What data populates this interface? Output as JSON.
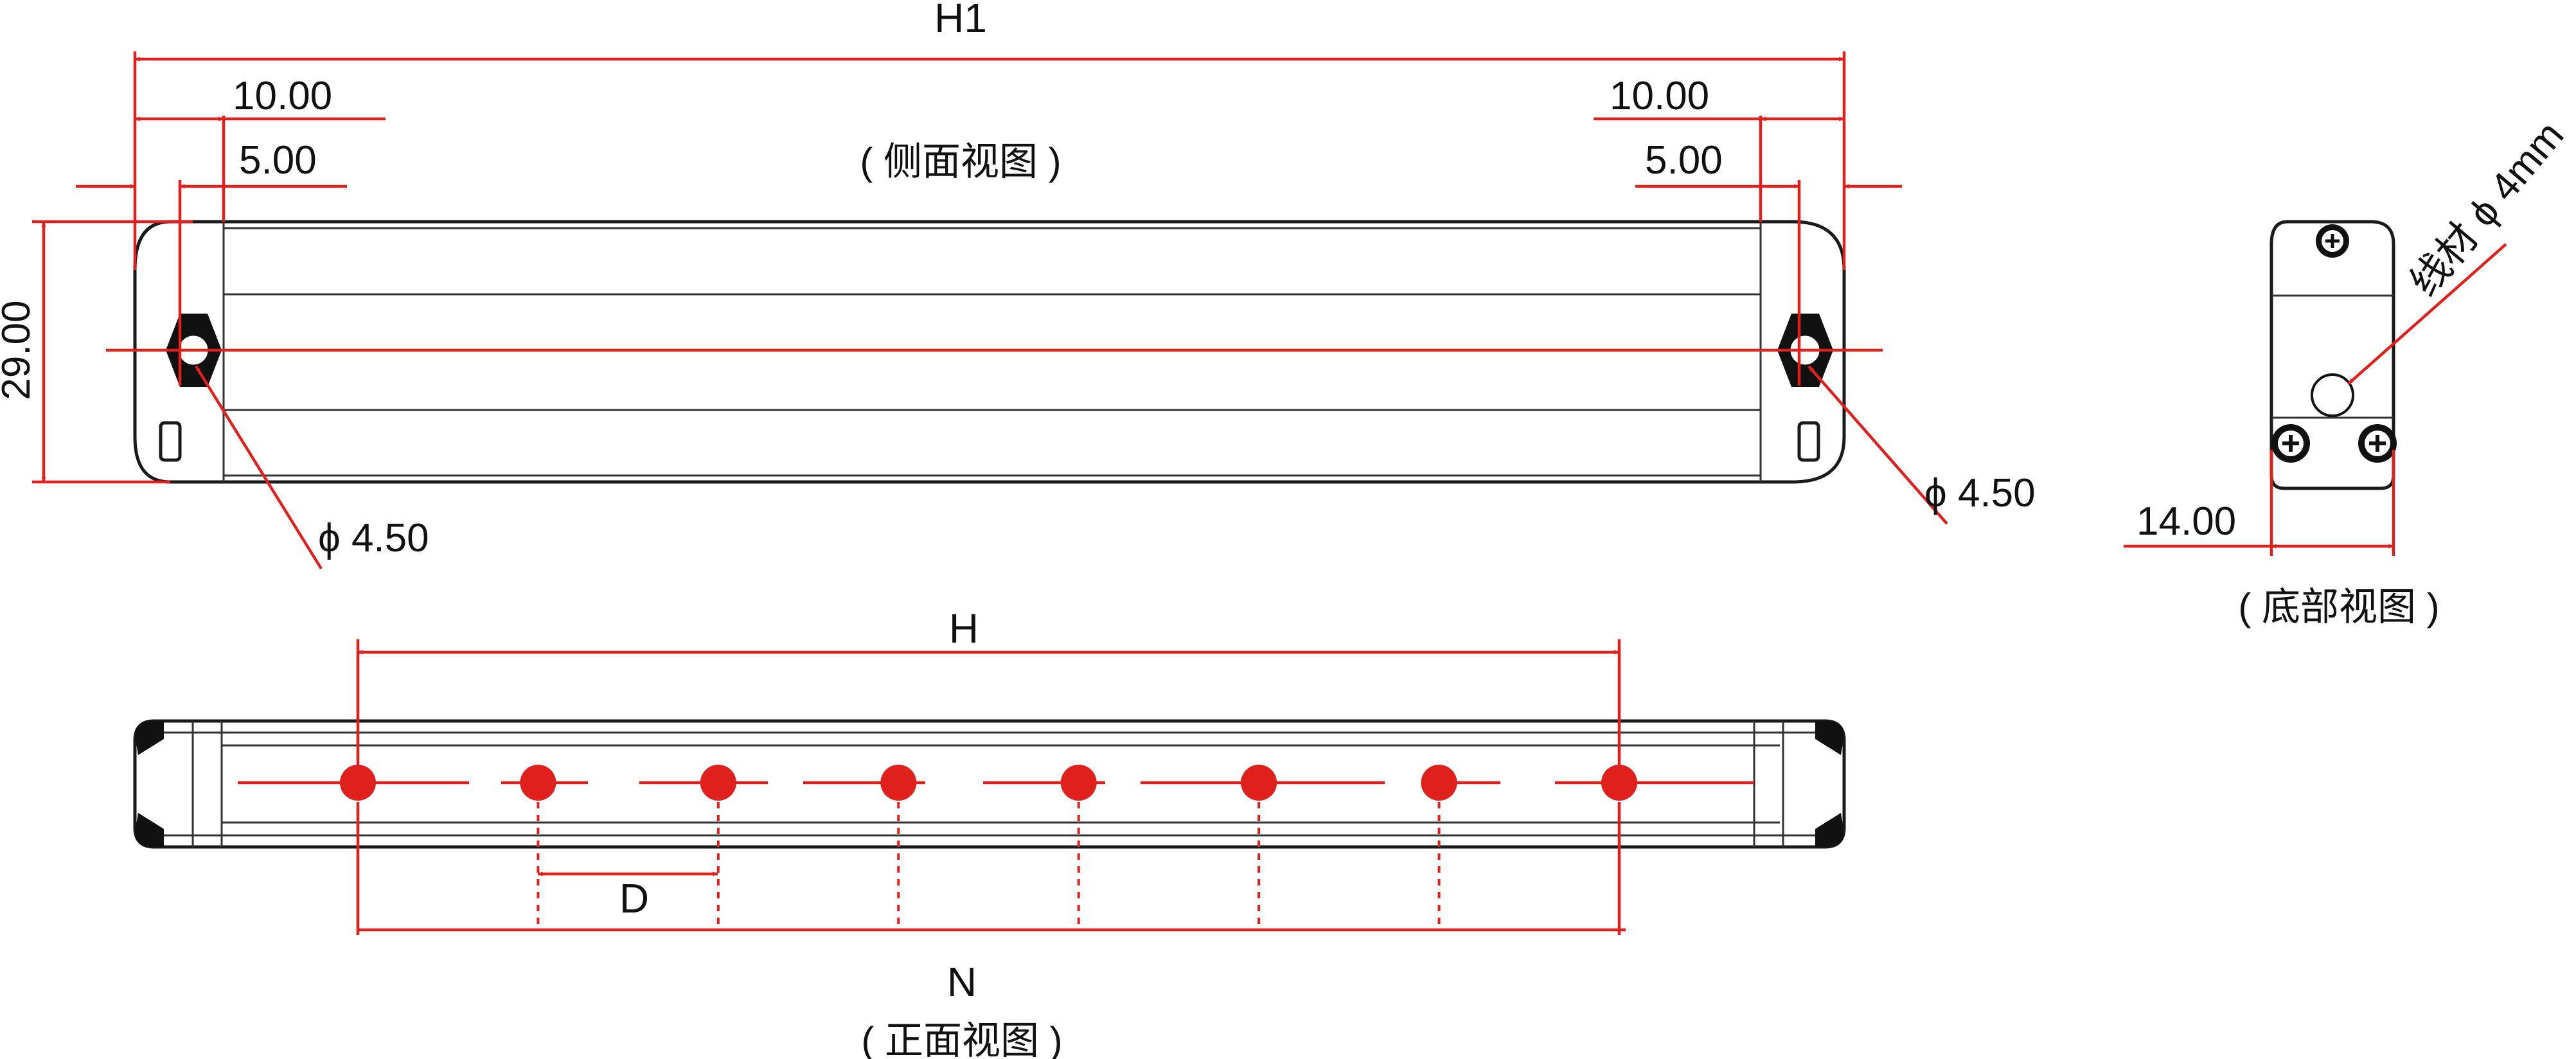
{
  "colors": {
    "dimension": "#e0201d",
    "outline": "#1a1a1a",
    "led": "#e0201d"
  },
  "side_view": {
    "title": "( 侧面视图 )",
    "overall_length_label": "H1",
    "left_offset_outer": "10.00",
    "left_offset_inner": "5.00",
    "right_offset_outer": "10.00",
    "right_offset_inner": "5.00",
    "height": "29.00",
    "left_hole_dia": "ϕ 4.50",
    "right_hole_dia": "ϕ 4.50"
  },
  "bottom_view": {
    "title": "( 底部视图 )",
    "width": "14.00",
    "cable": "线材 ϕ 4mm"
  },
  "front_view": {
    "title": "( 正面视图 )",
    "span_label": "H",
    "pitch_label": "D",
    "total_label": "N",
    "led_count": 8
  }
}
